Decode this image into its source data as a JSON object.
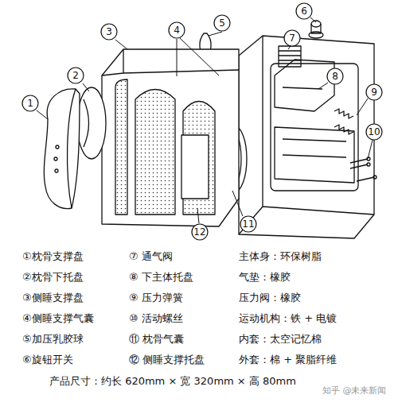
{
  "diagram": {
    "nodes": [
      {
        "text": [
          "1"
        ]
      },
      {
        "text": [
          "2"
        ]
      },
      {
        "text": [
          "3"
        ]
      },
      {
        "text": [
          "4"
        ]
      },
      {
        "text": [
          "5"
        ]
      },
      {
        "text": [
          "6"
        ]
      },
      {
        "text": [
          "7"
        ]
      },
      {
        "text": [
          "8"
        ]
      },
      {
        "text": [
          "9"
        ]
      },
      {
        "text": [
          "10"
        ]
      },
      {
        "text": [
          "11"
        ]
      },
      {
        "text": [
          "12"
        ]
      }
    ],
    "labels": [
      "①枕骨支撑盘",
      "②枕骨下托盘",
      "③侧睡支撑盘",
      "④侧睡支撑气囊",
      "⑤加压乳胶球",
      "⑥旋钮开关",
      "⑦ 通气阀",
      "⑧ 下主体托盘",
      "⑨ 压力弹簧",
      "⑩ 活动螺丝",
      "⑪ 枕骨气囊",
      "⑫ 侧睡支撑托盘",
      "主体身：环保树脂",
      "气垫：橡胶",
      "压力阀：橡胶",
      "运动机构：铁 + 电镀",
      "内套：太空记忆棉",
      "外套：棉 + 聚脂纤维",
      "产品尺寸：约长 620mm × 宽 320mm × 高 80mm",
      "知乎 @未来新闻"
    ]
  }
}
